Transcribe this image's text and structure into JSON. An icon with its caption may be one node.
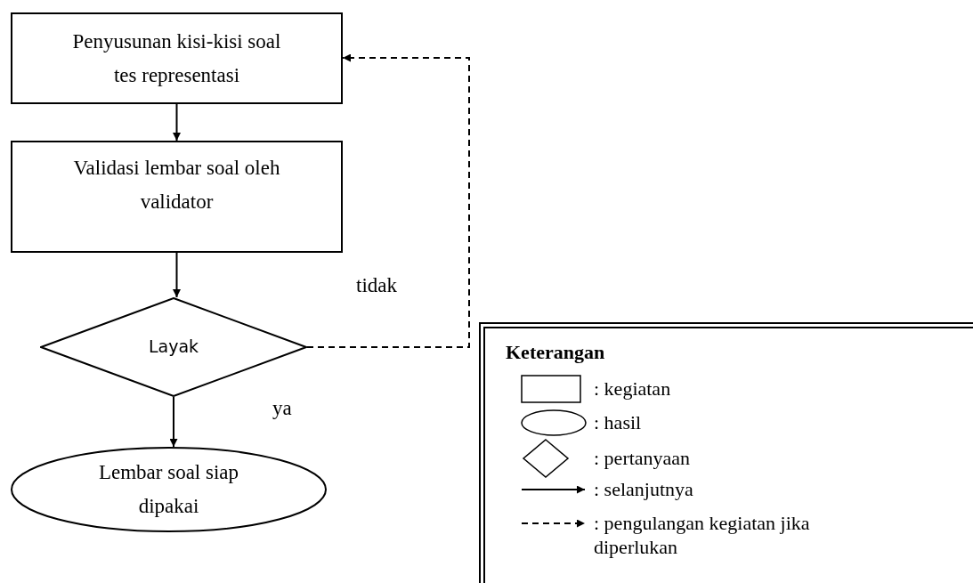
{
  "diagram": {
    "nodes": [
      {
        "text": [
          "Penyusunan kisi-kisi soal tes representasi"
        ]
      },
      {
        "text": [
          "Validasi lembar soal oleh validator"
        ]
      },
      {
        "text": [
          "Layak"
        ]
      },
      {
        "text": [
          "Lembar soal siap dipakai"
        ]
      }
    ],
    "edges": [
      {
        "from": 0,
        "to": 1,
        "arrow": "to"
      },
      {
        "from": 1,
        "to": 2,
        "arrow": "to"
      },
      {
        "from": 2,
        "to": 0,
        "arrow": "to",
        "style": "dashed",
        "label": "tidak"
      },
      {
        "from": 2,
        "to": 3,
        "arrow": "to",
        "label": "ya"
      }
    ],
    "labels": [
      "Keterangan"
    ],
    "legend": [
      {
        "text": ": kegiatan"
      },
      {
        "text": ": hasil"
      },
      {
        "text": ": pertanyaan"
      },
      {
        "text": ": selanjutnya"
      },
      {
        "text": ": pengulangan kegiatan jika diperlukan"
      }
    ]
  }
}
